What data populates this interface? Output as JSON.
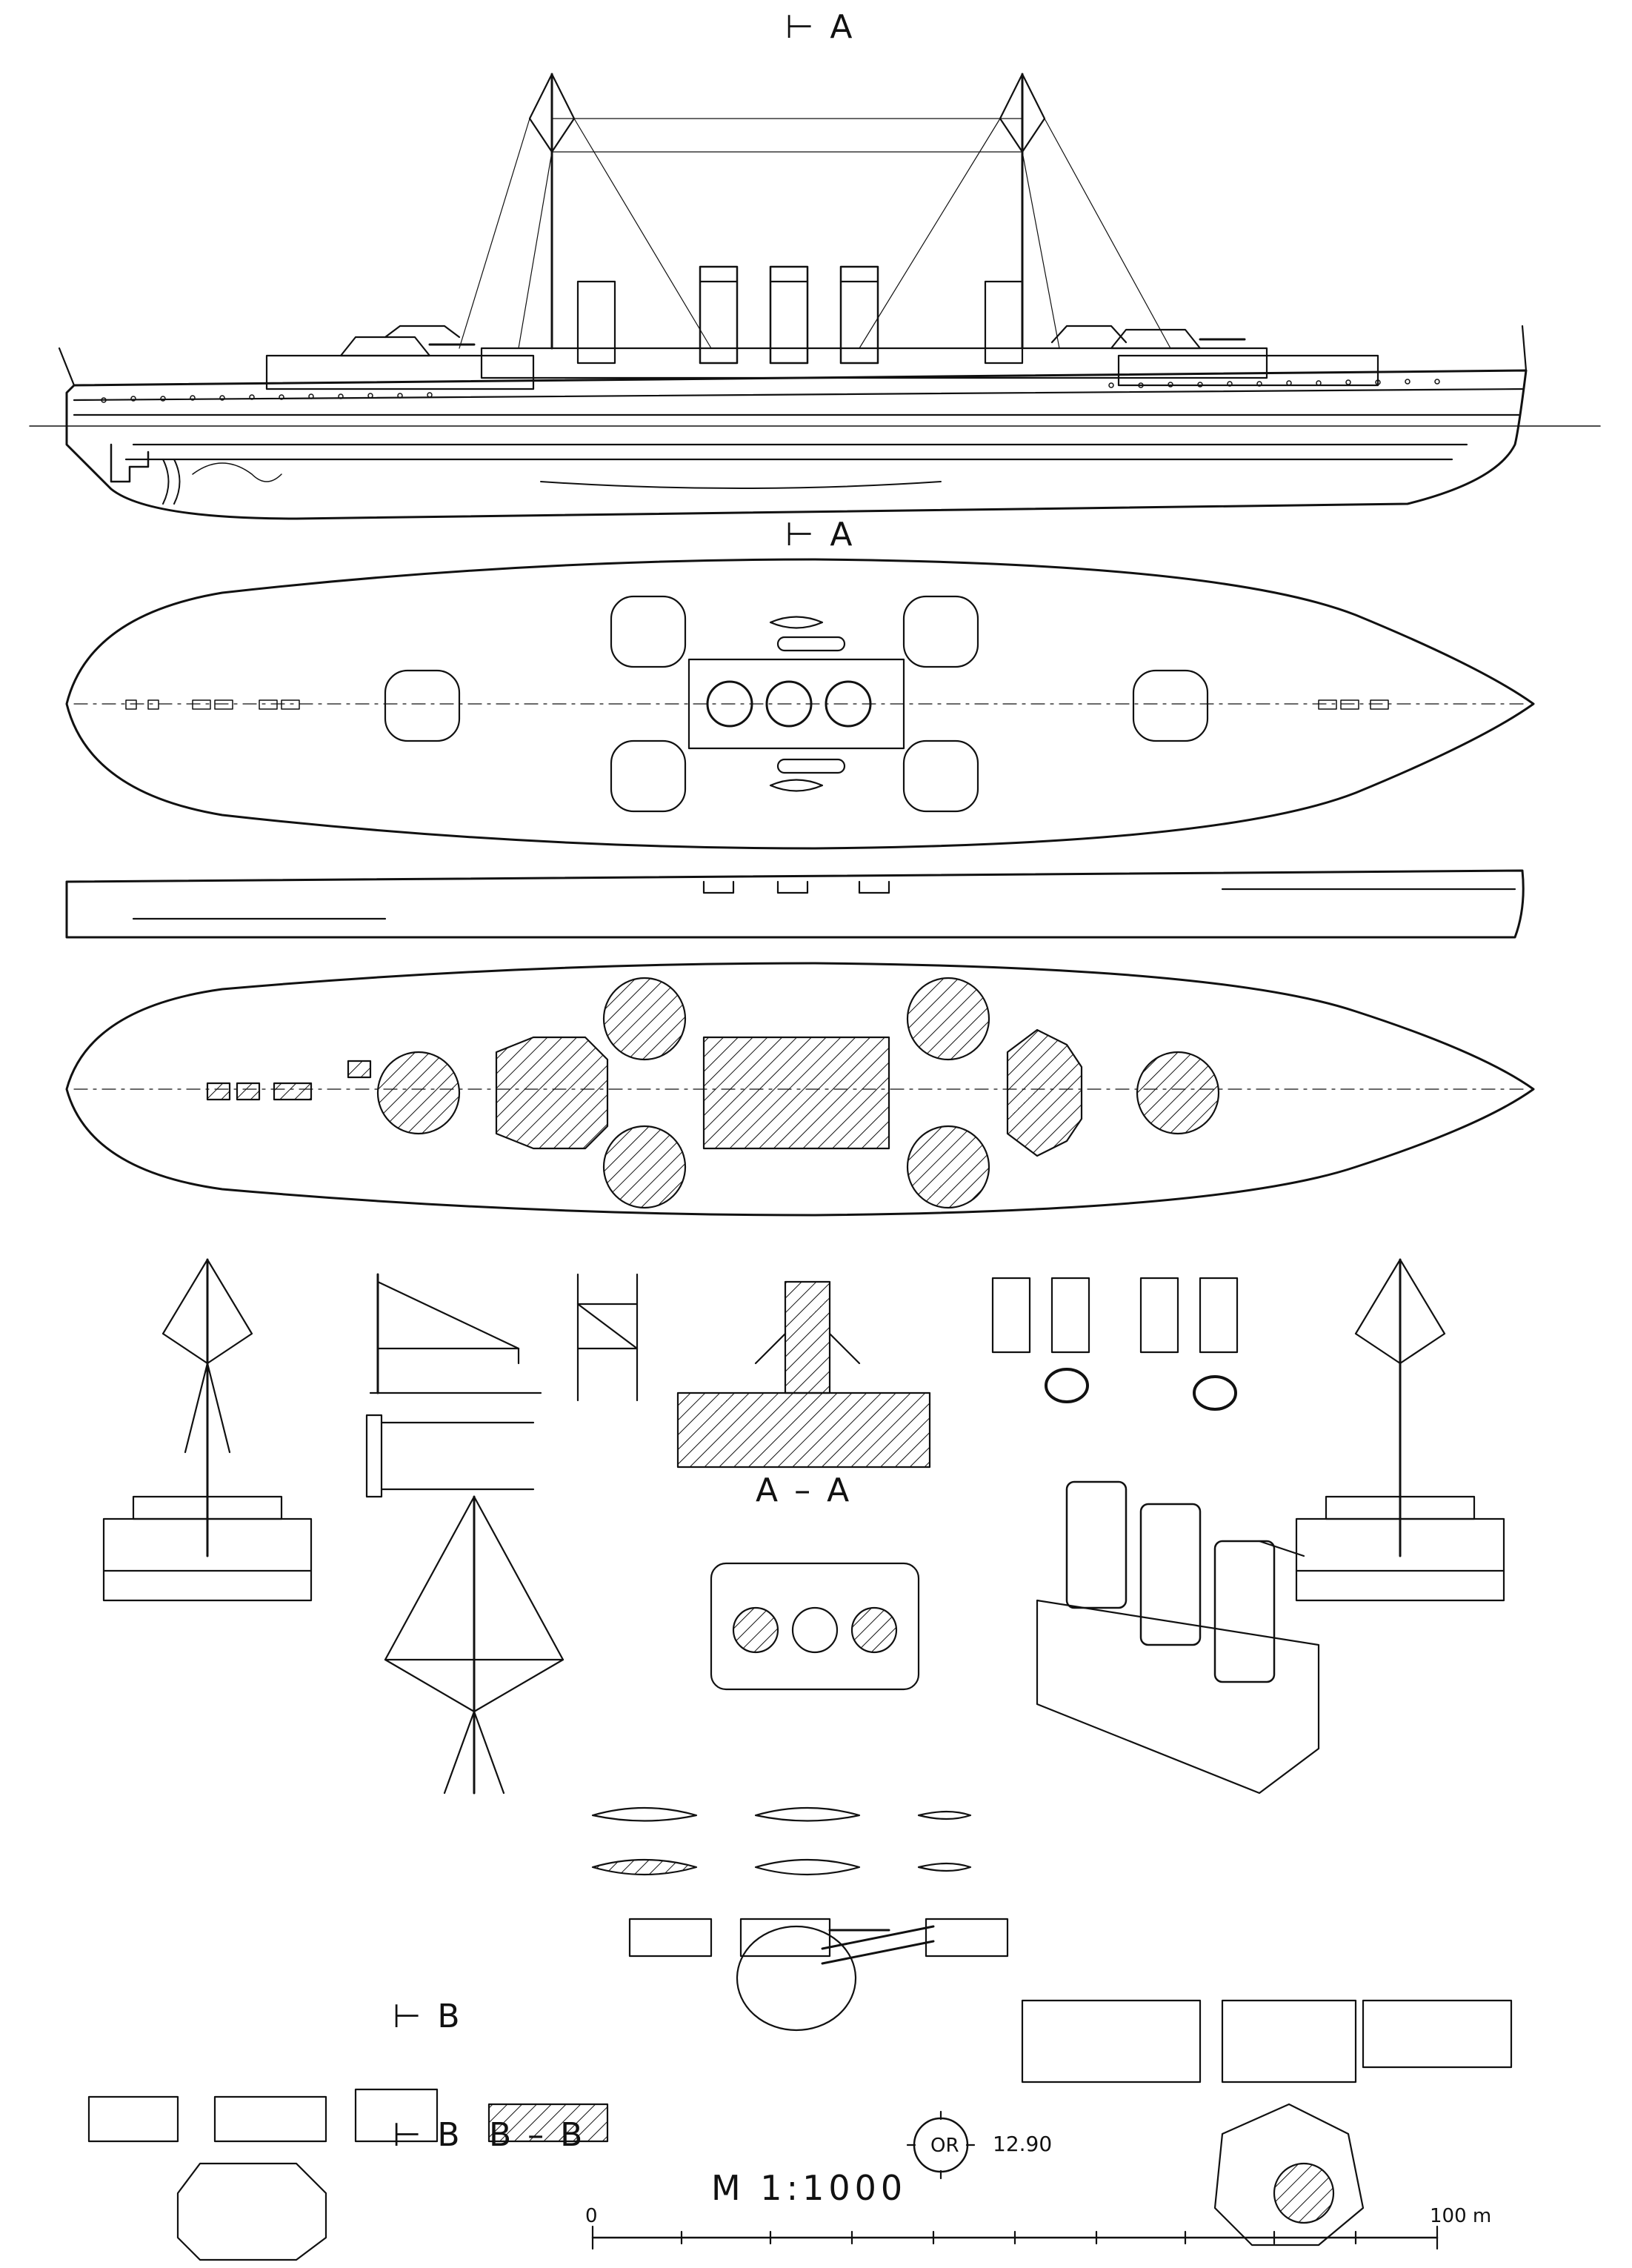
{
  "labels": {
    "section_a_top": "⊢ A",
    "section_a_mid": "⊢ A",
    "section_aa": "A – A",
    "section_b_top": "⊢ B",
    "section_b_bottom": "⊢ B",
    "section_bb": "B – B",
    "scale": "M 1:1000",
    "date": "12.90",
    "monogram": "OR",
    "scale_start": "0",
    "scale_end": "100 m"
  }
}
